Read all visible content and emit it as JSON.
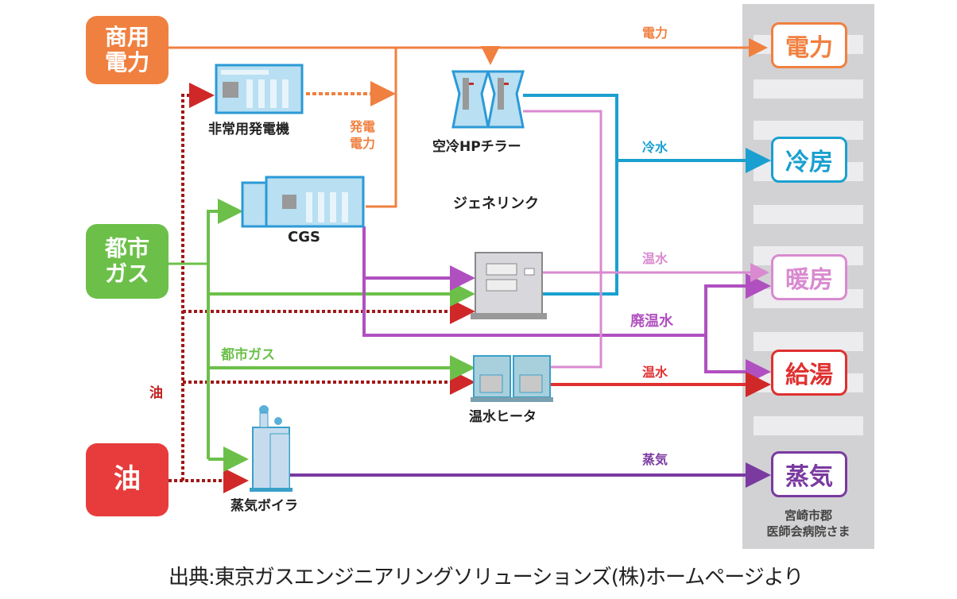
{
  "sources": {
    "commercial_power": {
      "line1": "商用",
      "line2": "電力",
      "color": "#f08040"
    },
    "city_gas": {
      "line1": "都市",
      "line2": "ガス",
      "color": "#6cc04a"
    },
    "oil": {
      "label": "油",
      "color": "#e83c3c"
    }
  },
  "equipment": {
    "emergency_generator": "非常用発電機",
    "cgs": "CGS",
    "air_hp_chiller": "空冷HPチラー",
    "genelink": "ジェネリンク",
    "hot_water_heater": "温水ヒータ",
    "steam_boiler": "蒸気ボイラ"
  },
  "flow_labels": {
    "power": "電力",
    "generated_power_line1": "発電",
    "generated_power_line2": "電力",
    "chilled_water": "冷水",
    "hot_water_1": "温水",
    "waste_hot_water": "廃温水",
    "hot_water_2": "温水",
    "steam": "蒸気",
    "city_gas": "都市ガス",
    "oil": "油"
  },
  "destinations": {
    "power": {
      "label": "電力",
      "color": "#f08040"
    },
    "cooling": {
      "label": "冷房",
      "color": "#1aa0d0"
    },
    "heating": {
      "label": "暖房",
      "color": "#d98ad0"
    },
    "hot_water_supply": {
      "label": "給湯",
      "color": "#e03030"
    },
    "steam": {
      "label": "蒸気",
      "color": "#7a3aa0"
    }
  },
  "building": {
    "line1": "宮崎市郡",
    "line2": "医師会病院さま"
  },
  "credit": "出典:東京ガスエンジニアリングソリューションズ(株)ホームページより",
  "colors": {
    "power": "#f08040",
    "gas": "#6cc04a",
    "oil": "#a01818",
    "chilled": "#1aa0d0",
    "hot_water": "#d98ad0",
    "waste_hot_water": "#b050c0",
    "hot_water_red": "#e03030",
    "steam": "#7a3aa0"
  }
}
